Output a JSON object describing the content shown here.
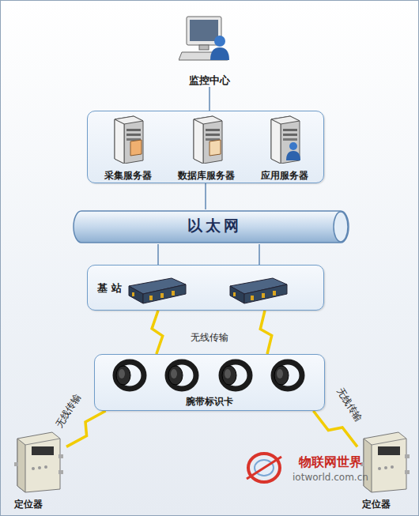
{
  "diagram": {
    "nodes": [
      {
        "text": [
          "监控中心"
        ]
      },
      {
        "text": []
      },
      {
        "text": [
          "采集服务器"
        ],
        "in": 1
      },
      {
        "text": [
          "数据库服务器"
        ],
        "in": 1
      },
      {
        "text": [
          "应用服务器"
        ],
        "in": 1
      },
      {
        "text": [
          "以太网"
        ]
      },
      {
        "text": [
          "基 站"
        ]
      },
      {
        "text": [
          "腕带标识卡"
        ]
      },
      {
        "text": [
          "定位器"
        ]
      },
      {
        "text": [
          "定位器"
        ]
      }
    ],
    "edges": [
      {
        "from": 0,
        "to": 1,
        "arrow": "none"
      },
      {
        "from": 1,
        "to": 5,
        "arrow": "none"
      },
      {
        "from": 5,
        "to": 6,
        "arrow": "none"
      },
      {
        "from": 5,
        "to": 6,
        "arrow": "none"
      },
      {
        "from": 6,
        "to": 7,
        "arrow": "none",
        "label": "无线传输"
      },
      {
        "from": 6,
        "to": 7,
        "arrow": "none"
      },
      {
        "from": 7,
        "to": 8,
        "arrow": "none",
        "label": "无线传输"
      },
      {
        "from": 7,
        "to": 9,
        "arrow": "none",
        "label": "无线传输"
      }
    ],
    "labels": [
      "物联网世界",
      "iotworld.com.cn"
    ]
  }
}
